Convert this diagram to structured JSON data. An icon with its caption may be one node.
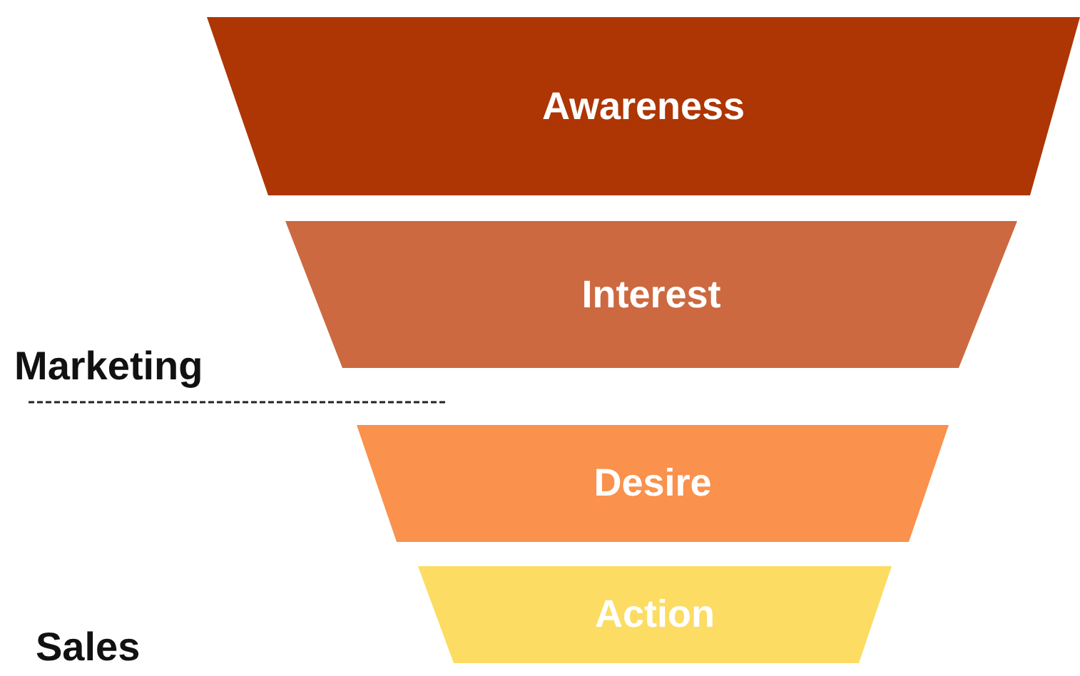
{
  "diagram": {
    "nodes": [
      {
        "text": [
          "Awareness"
        ]
      },
      {
        "text": [
          "Interest"
        ]
      },
      {
        "text": [
          "Desire"
        ]
      },
      {
        "text": [
          "Action"
        ]
      }
    ],
    "labels": [
      "Marketing",
      "Sales"
    ]
  }
}
